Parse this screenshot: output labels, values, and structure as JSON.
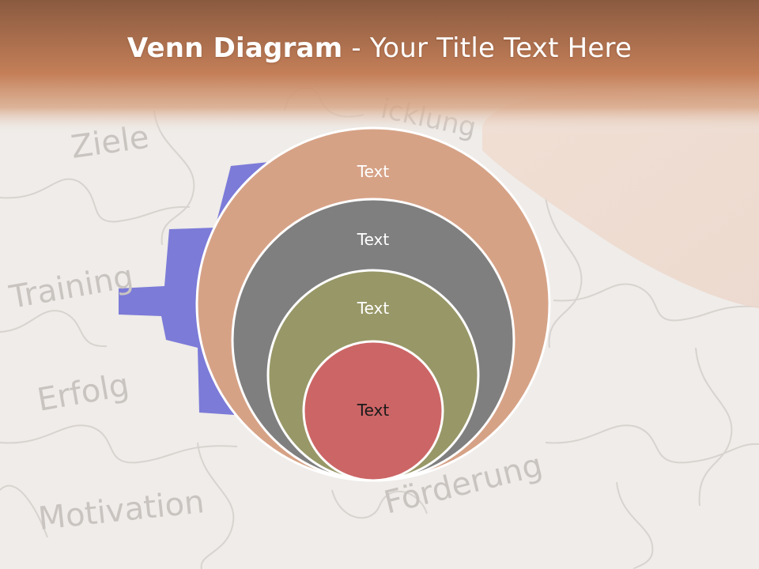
{
  "title": {
    "bold": "Venn Diagram",
    "separator": " - ",
    "rest": "Your Title Text Here"
  },
  "background_words": [
    "Ziele",
    "Training",
    "Erfolg",
    "Motivation",
    "Förderung",
    "icklung"
  ],
  "circles": [
    {
      "label": "Text",
      "fill": "#d6a286"
    },
    {
      "label": "Text",
      "fill": "#7f7f7f"
    },
    {
      "label": "Text",
      "fill": "#989767"
    },
    {
      "label": "Text",
      "fill": "#cc6566"
    }
  ],
  "colors": {
    "title_bar_top": "#8a5a40",
    "title_bar_mid": "#c47f58",
    "puzzle_bg": "#efece9",
    "missing_piece": "#6f6fd6",
    "circle_stroke": "#ffffff",
    "label_light": "#ffffff",
    "label_dark": "#1a1a1a"
  }
}
